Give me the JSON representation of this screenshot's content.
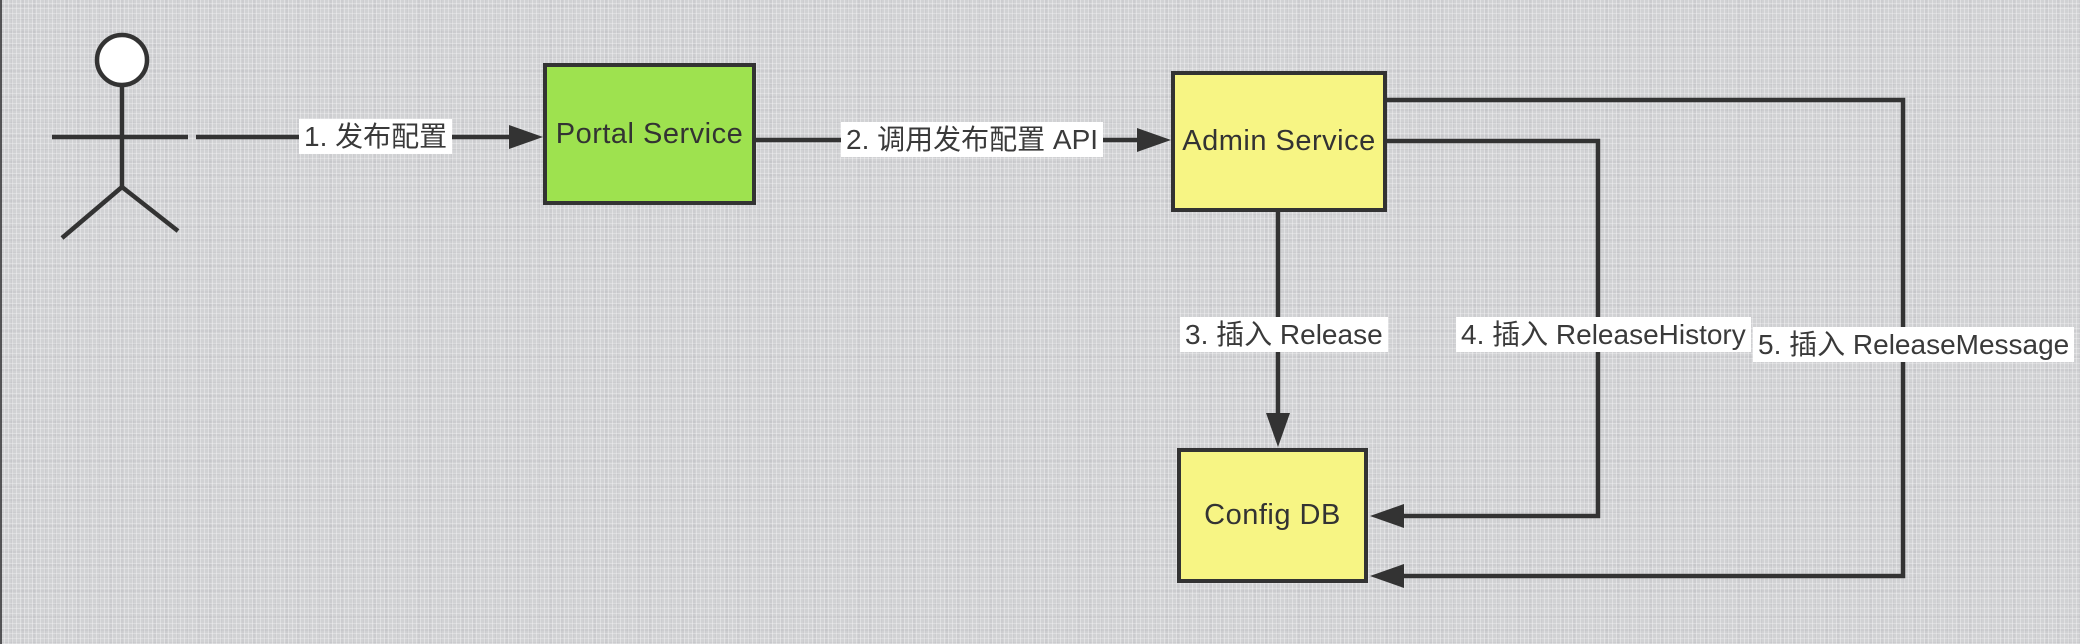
{
  "diagram": {
    "background_color": "#d1d2d4",
    "stroke_color": "#333333",
    "label_background": "#ffffff",
    "text_color": "#333333",
    "actor": {
      "type": "stick-figure-actor"
    },
    "nodes": [
      {
        "id": "portal-service",
        "label": "Portal Service",
        "fill": "#9ee24f"
      },
      {
        "id": "admin-service",
        "label": "Admin Service",
        "fill": "#f7f584"
      },
      {
        "id": "config-db",
        "label": "Config DB",
        "fill": "#f7f584"
      }
    ],
    "edges": [
      {
        "num": "1",
        "label": "1. 发布配置",
        "from": "actor",
        "to": "portal-service"
      },
      {
        "num": "2",
        "label": "2. 调用发布配置 API",
        "from": "portal-service",
        "to": "admin-service"
      },
      {
        "num": "3",
        "label": "3. 插入 Release",
        "from": "admin-service",
        "to": "config-db"
      },
      {
        "num": "4",
        "label": "4. 插入 ReleaseHistory",
        "from": "admin-service",
        "to": "config-db"
      },
      {
        "num": "5",
        "label": "5. 插入 ReleaseMessage",
        "from": "admin-service",
        "to": "config-db"
      }
    ]
  }
}
